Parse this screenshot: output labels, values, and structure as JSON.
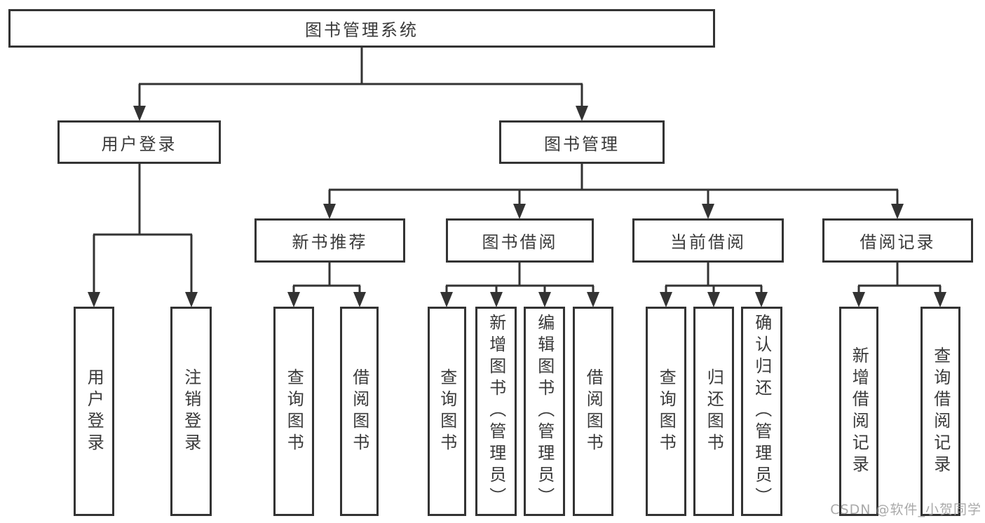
{
  "diagram": {
    "root": "图书管理系统",
    "branches": [
      {
        "label": "用户登录",
        "children": [
          "用户登录",
          "注销登录"
        ]
      },
      {
        "label": "图书管理",
        "children": [
          {
            "label": "新书推荐",
            "children": [
              "查询图书",
              "借阅图书"
            ]
          },
          {
            "label": "图书借阅",
            "children": [
              "查询图书",
              "新增图书（管理员）",
              "编辑图书（管理员）",
              "借阅图书"
            ]
          },
          {
            "label": "当前借阅",
            "children": [
              "查询图书",
              "归还图书",
              "确认归还（管理员）"
            ]
          },
          {
            "label": "借阅记录",
            "children": [
              "新增借阅记录",
              "查询借阅记录"
            ]
          }
        ]
      }
    ]
  },
  "watermark": "CSDN @软件_小贺同学",
  "colors": {
    "line": "#333333",
    "text": "#3a3a3a",
    "watermark": "#9b9b9b",
    "background": "#ffffff"
  }
}
